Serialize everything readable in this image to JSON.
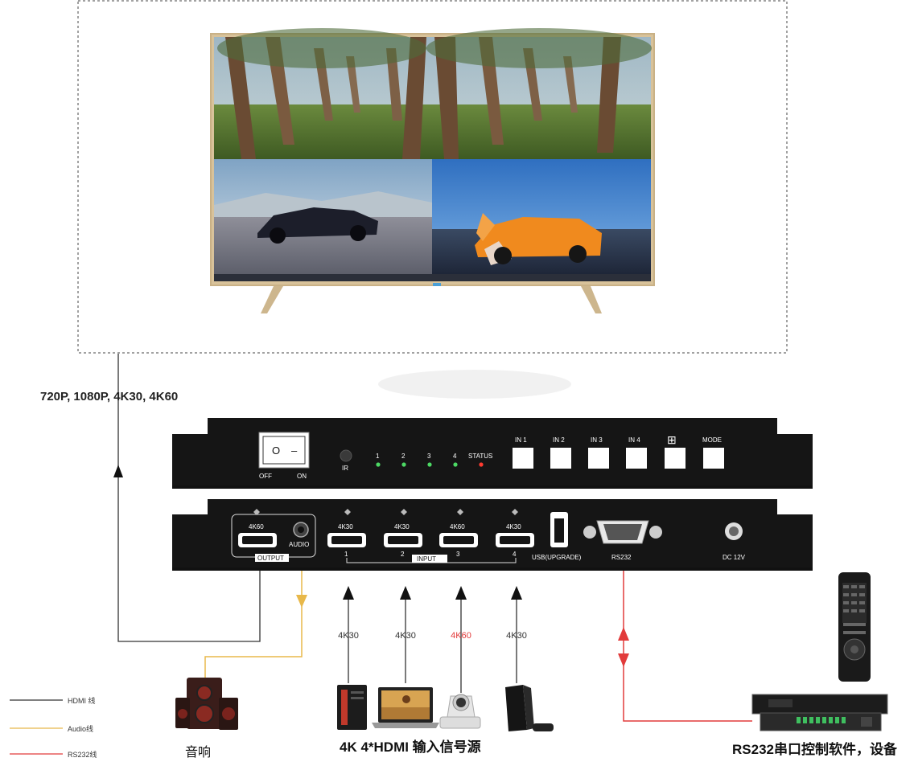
{
  "resolution_label": "720P, 1080P, 4K30, 4K60",
  "front_panel": {
    "switch_off": "OFF",
    "switch_on": "ON",
    "switch_o": "O",
    "switch_bar": "–",
    "ir": "IR",
    "leds": [
      "1",
      "2",
      "3",
      "4",
      "STATUS"
    ],
    "buttons": [
      "IN 1",
      "IN 2",
      "IN 3",
      "IN 4",
      "⊞",
      "MODE"
    ]
  },
  "rear_panel": {
    "output_port": "4K60",
    "audio": "AUDIO",
    "output": "OUTPUT",
    "inputs": [
      "4K30",
      "4K30",
      "4K60",
      "4K30"
    ],
    "input_numbers": [
      "1",
      "2",
      "3",
      "4"
    ],
    "input": "INPUT",
    "usb": "USB(UPGRADE)",
    "rs232": "RS232",
    "dc": "DC 12V"
  },
  "input_signal_labels": [
    "4K30",
    "4K30",
    "4K60",
    "4K30"
  ],
  "captions": {
    "speaker": "音响",
    "sources": "4K 4*HDMI 输入信号源",
    "control": "RS232串口控制软件，设备"
  },
  "legend": [
    {
      "label": "HDMI 线",
      "color": "#333333"
    },
    {
      "label": "Audio线",
      "color": "#e8b84a"
    },
    {
      "label": "RS232线",
      "color": "#e23b3b"
    }
  ],
  "colors": {
    "hdmi": "#333333",
    "audio": "#e8b84a",
    "rs232": "#e23b3b",
    "highlight_label": "#e23b3b"
  }
}
